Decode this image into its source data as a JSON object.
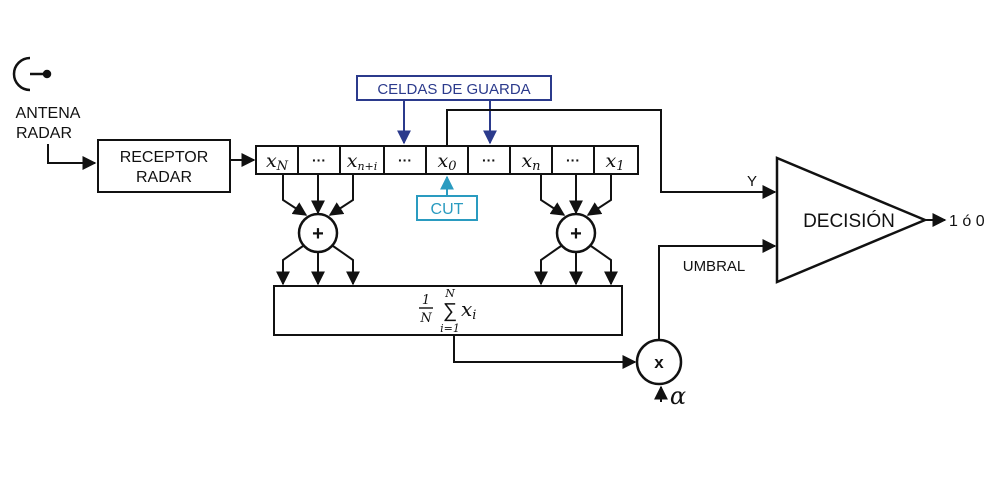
{
  "antenna": {
    "line1": "ANTENA",
    "line2": "RADAR"
  },
  "receiver": {
    "line1": "RECEPTOR",
    "line2": "RADAR"
  },
  "guard_label": "CELDAS DE GUARDA",
  "cut_label": "CUT",
  "cells": [
    {
      "base": "x",
      "sub": "N"
    },
    {
      "base": "···",
      "sub": ""
    },
    {
      "base": "x",
      "sub": "n+i"
    },
    {
      "base": "···",
      "sub": ""
    },
    {
      "base": "x",
      "sub": "0"
    },
    {
      "base": "···",
      "sub": ""
    },
    {
      "base": "x",
      "sub": "n"
    },
    {
      "base": "···",
      "sub": ""
    },
    {
      "base": "x",
      "sub": "1"
    }
  ],
  "adder_symbol": "+",
  "average": {
    "frac_num": "1",
    "frac_den": "N",
    "sum_top": "N",
    "sum_symbol": "∑",
    "sum_bottom": "i=1",
    "term_base": "x",
    "term_sub": "i"
  },
  "multiplier_symbol": "x",
  "alpha": "α",
  "signal_y": "Y",
  "umbral": "UMBRAL",
  "decision": "DECISIÓN",
  "output": "1 ó 0",
  "colors": {
    "line": "#111111",
    "guard": "#2b3a8c",
    "cut": "#2a9bc0"
  }
}
